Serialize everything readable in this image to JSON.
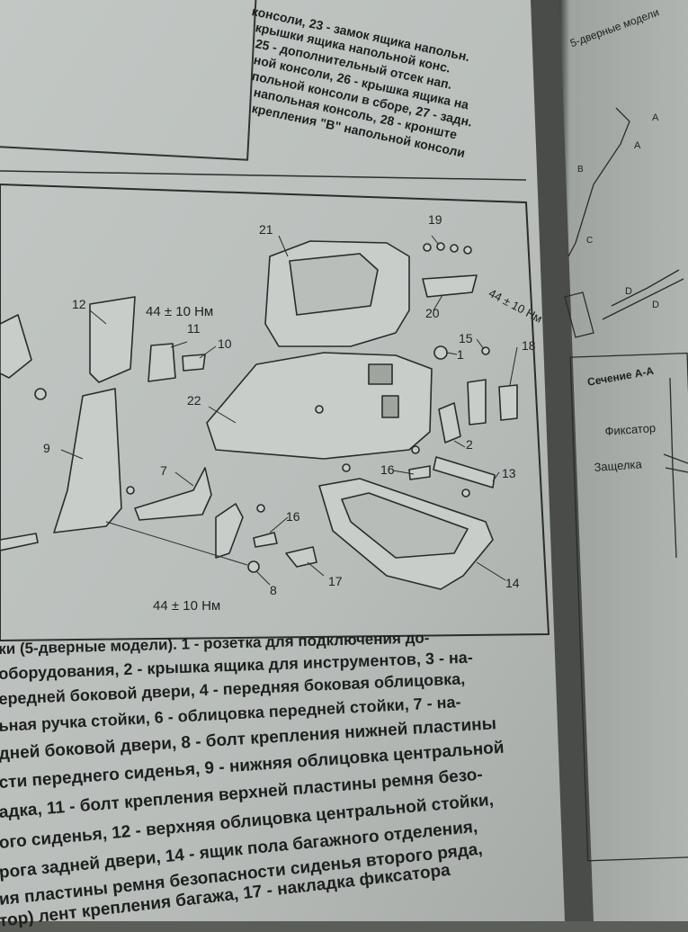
{
  "top_right_caption_lines": [
    "консоли, 23 - замок ящика напольн.",
    "крышки ящика напольной конс.",
    "25 - дополнительный отсек нап.",
    "ной консоли, 26 - крышка ящика на",
    "польной консоли в сборе, 27 - задн.",
    "напольная консоль, 28 - кронште",
    "крепления \"В\" напольной консоли"
  ],
  "diagram": {
    "torque_labels": [
      "44 ± 10 Нм",
      "44 ± 10 Нм",
      "44 ± 10 Нм"
    ],
    "part_numbers": [
      "1",
      "2",
      "7",
      "8",
      "9",
      "10",
      "11",
      "12",
      "13",
      "14",
      "15",
      "16",
      "16",
      "17",
      "18",
      "19",
      "20",
      "21",
      "22"
    ]
  },
  "right_page": {
    "header": "5-дверные модели",
    "view_letters": [
      "A",
      "A",
      "B",
      "C",
      "D",
      "D"
    ],
    "section_title": "Сечение А-А",
    "labels": [
      "Фиксатор",
      "Защелка"
    ]
  },
  "caption_lines": [
    "ки (5-дверные модели). 1 - розетка для подключения до-",
    "оборудования, 2 - крышка ящика для инструментов, 3 - на-",
    "ередней боковой двери, 4 - передняя боковая облицовка,",
    "ьная ручка стойки, 6 - облицовка передней стойки, 7 - на-",
    "дней боковой двери, 8 - болт крепления нижней пластины",
    "сти переднего сиденья, 9 - нижняя облицовка центральной",
    "адка, 11 - болт крепления верхней пластины ремня безо-",
    "ого сиденья, 12 - верхняя облицовка центральной стойки,",
    "рога задней двери, 14 - ящик пола багажного отделения,",
    "ия пластины ремня безопасности сиденья второго ряда,",
    "тор) лент крепления багажа, 17 - накладка фиксатора"
  ],
  "colors": {
    "page": "#b9bebb",
    "ink": "#1d1f1e",
    "shadow": "#3a3c3a"
  }
}
